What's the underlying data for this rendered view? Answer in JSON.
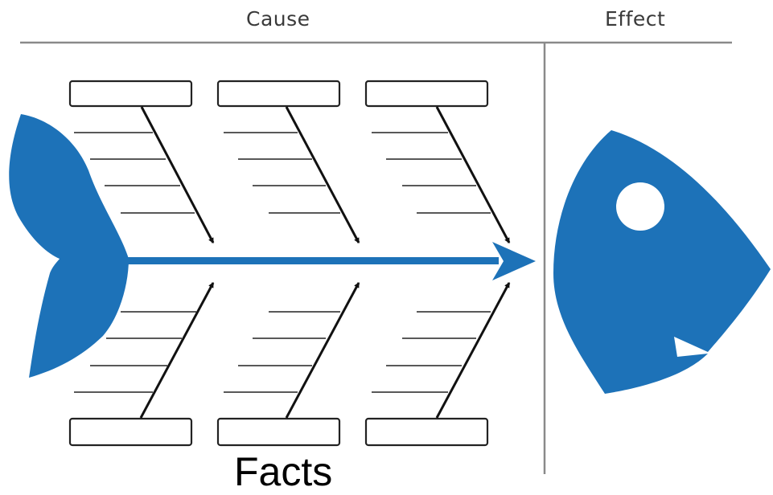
{
  "header": {
    "cause_label": "Cause",
    "effect_label": "Effect"
  },
  "caption": "Facts",
  "colors": {
    "fish": "#1d72b8",
    "lines": "#222222",
    "divider": "#8a8a8a"
  },
  "diagram": {
    "type": "fishbone",
    "cause_boxes": [
      "",
      "",
      "",
      "",
      "",
      ""
    ]
  }
}
